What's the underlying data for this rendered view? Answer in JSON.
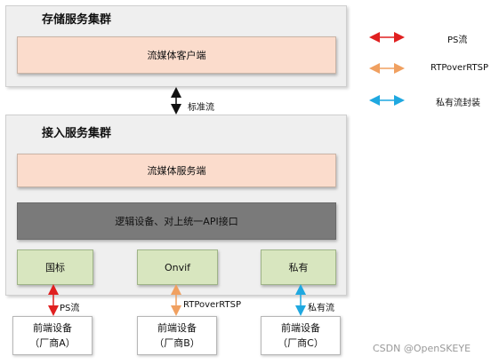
{
  "storage_cluster": {
    "title": "存储服务集群",
    "client": "流媒体客户端"
  },
  "link_label": "标准流",
  "access_cluster": {
    "title": "接入服务集群",
    "server": "流媒体服务端",
    "logic": "逻辑设备、对上统一API接口",
    "protocols": [
      "国标",
      "Onvif",
      "私有"
    ]
  },
  "devices": [
    {
      "line1": "前端设备",
      "line2": "（厂商A）",
      "stream": "PS流"
    },
    {
      "line1": "前端设备",
      "line2": "（厂商B）",
      "stream": "RTPoverRTSP"
    },
    {
      "line1": "前端设备",
      "line2": "（厂商C）",
      "stream": "私有流"
    }
  ],
  "legend": [
    {
      "label": "PS流",
      "color": "#e02020"
    },
    {
      "label": "RTPoverRTSP",
      "color": "#f0a060"
    },
    {
      "label": "私有流封装",
      "color": "#1fa8e0"
    }
  ],
  "colors": {
    "standard_link": "#111111"
  },
  "watermark": "CSDN @OpenSKEYE"
}
